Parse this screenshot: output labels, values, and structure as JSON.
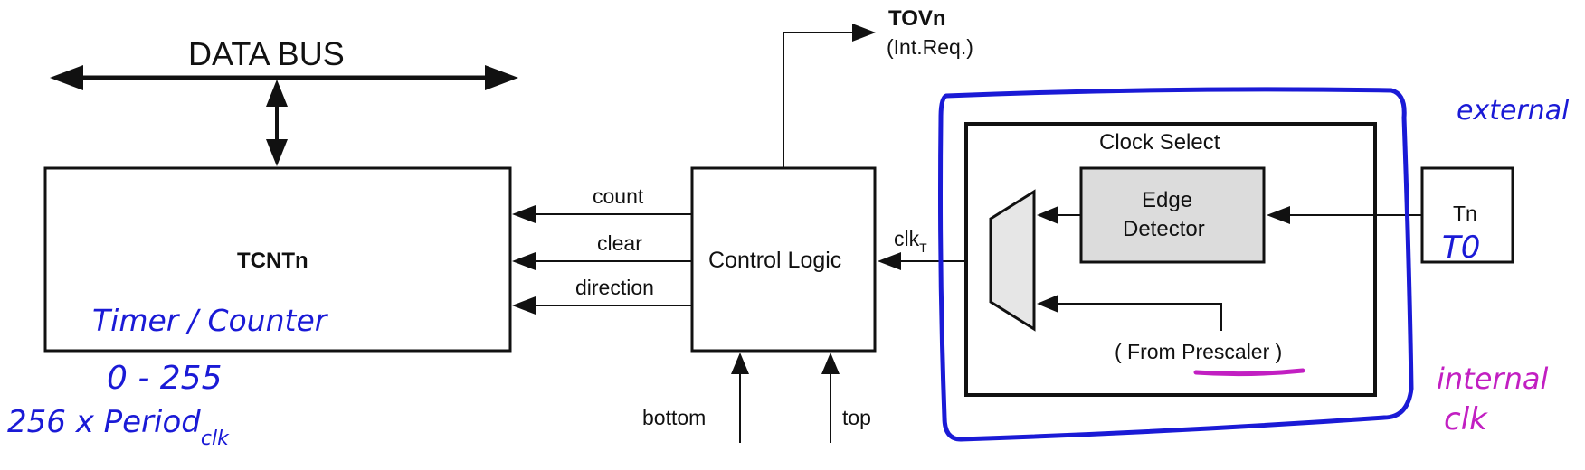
{
  "diagram": {
    "data_bus": "DATA BUS",
    "tcnt_label": "TCNTn",
    "tov_label": "TOVn",
    "tov_sub": "(Int.Req.)",
    "count_label": "count",
    "clear_label": "clear",
    "direction_label": "direction",
    "control_logic": "Control Logic",
    "bottom_label": "bottom",
    "top_label": "top",
    "clk_label": "clk",
    "clk_subscript": "T",
    "clock_select": "Clock Select",
    "edge_line1": "Edge",
    "edge_line2": "Detector",
    "tn_label": "Tn",
    "prescaler_open": "( From ",
    "prescaler_word": "Prescaler",
    "prescaler_close": " )"
  },
  "annotations": {
    "timer_counter": "Timer / Counter",
    "range": "0 - 255",
    "period_main": "256 x Period",
    "period_sub": "clk",
    "external": "external",
    "t0": "T0",
    "internal": "internal",
    "clk": "clk"
  },
  "colors": {
    "ink": "#111111",
    "blue_pen": "#1a1ad6",
    "magenta_pen": "#c21fc2",
    "edge_fill": "#dcdcdc",
    "mux_fill": "#e6e6e6"
  }
}
